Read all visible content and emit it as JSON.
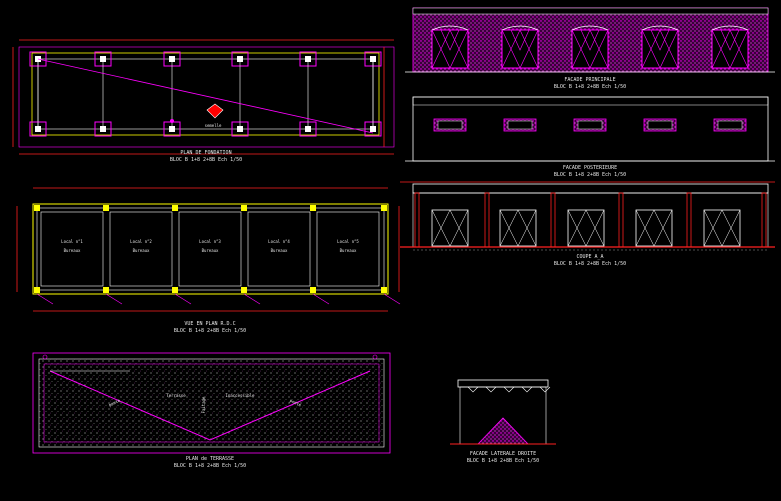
{
  "drawing": {
    "background": "#000000",
    "colors": {
      "magenta": "#ff00ff",
      "white": "#ffffff",
      "yellow": "#ffff00",
      "red": "#ff2020",
      "gray": "#9a9a9a"
    }
  },
  "plan_fondation": {
    "title": "PLAN DE FONDATION",
    "subtitle": "BLOC B 1+8 2+8B Ech 1/50",
    "mark": "semelle"
  },
  "vue_en_plan": {
    "title": "VUE EN PLAN R.D.C",
    "subtitle": "BLOC B 1+8 2+8B Ech 1/50",
    "rooms": [
      {
        "name": "Local n°1",
        "tag": "Bureaux"
      },
      {
        "name": "Local n°2",
        "tag": "Bureaux"
      },
      {
        "name": "Local n°3",
        "tag": "Bureaux"
      },
      {
        "name": "Local n°4",
        "tag": "Bureaux"
      },
      {
        "name": "Local n°5",
        "tag": "Bureaux"
      }
    ]
  },
  "plan_terrasse": {
    "title": "PLAN de TERRASSE",
    "subtitle": "BLOC B 1+8 2+8B Ech 1/50",
    "label_left": "Terrasse",
    "label_right": "Inaccessible",
    "label_center": "Faitage",
    "slope_left": "pente",
    "slope_right": "pente"
  },
  "facade_principale": {
    "title": "FACADE PRINCIPALE",
    "subtitle": "BLOC B 1+8 2+8B Ech 1/50"
  },
  "facade_posterieure": {
    "title": "FACADE POSTERIEURE",
    "subtitle": "BLOC B 1+8 2+8B Ech 1/50"
  },
  "coupe": {
    "title": "COUPE A_A",
    "subtitle": "BLOC B 1+8 2+8B Ech 1/50"
  },
  "facade_laterale": {
    "title": "FACADE LATERALE DROITE",
    "subtitle": "BLOC B 1+8 2+8B Ech 1/50"
  }
}
